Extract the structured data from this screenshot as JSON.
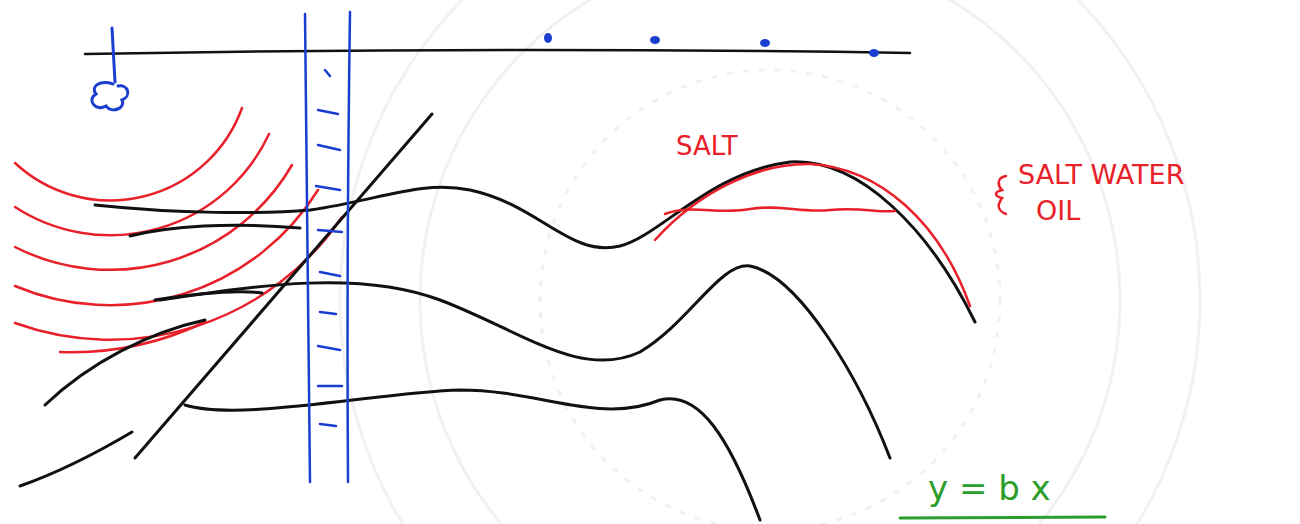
{
  "diagram": {
    "labels": [
      "SALT",
      "SALT WATER",
      "OIL",
      "y = b x"
    ]
  }
}
